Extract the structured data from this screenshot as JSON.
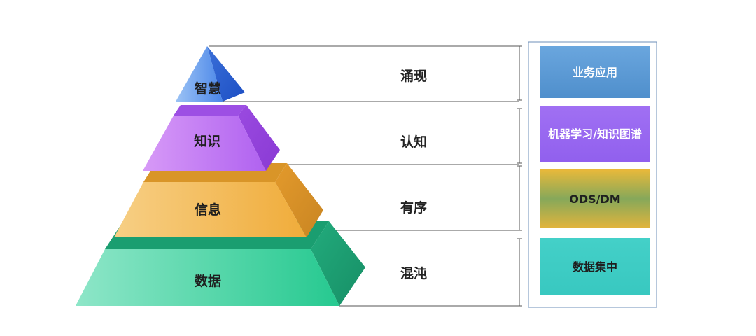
{
  "pyramid": {
    "tiers": [
      {
        "id": "wisdom",
        "label": "智慧"
      },
      {
        "id": "knowledge",
        "label": "知识"
      },
      {
        "id": "information",
        "label": "信息"
      },
      {
        "id": "data",
        "label": "数据"
      }
    ]
  },
  "stages": [
    {
      "label": "涌现"
    },
    {
      "label": "认知"
    },
    {
      "label": "有序"
    },
    {
      "label": "混沌"
    }
  ],
  "systems": [
    {
      "label": "业务应用"
    },
    {
      "label": "机器学习/知识图谱"
    },
    {
      "label": "ODS/DM"
    },
    {
      "label": "数据集中"
    }
  ],
  "colors": {
    "wisdom": "#4a86e8",
    "knowledge": "#b267f0",
    "information": "#f2b44a",
    "data": "#3fd4a6",
    "box_business": "#5b9bd5",
    "box_ml": "#9966f0",
    "box_ods": "#9ab04f",
    "box_central": "#3ecdc4"
  }
}
